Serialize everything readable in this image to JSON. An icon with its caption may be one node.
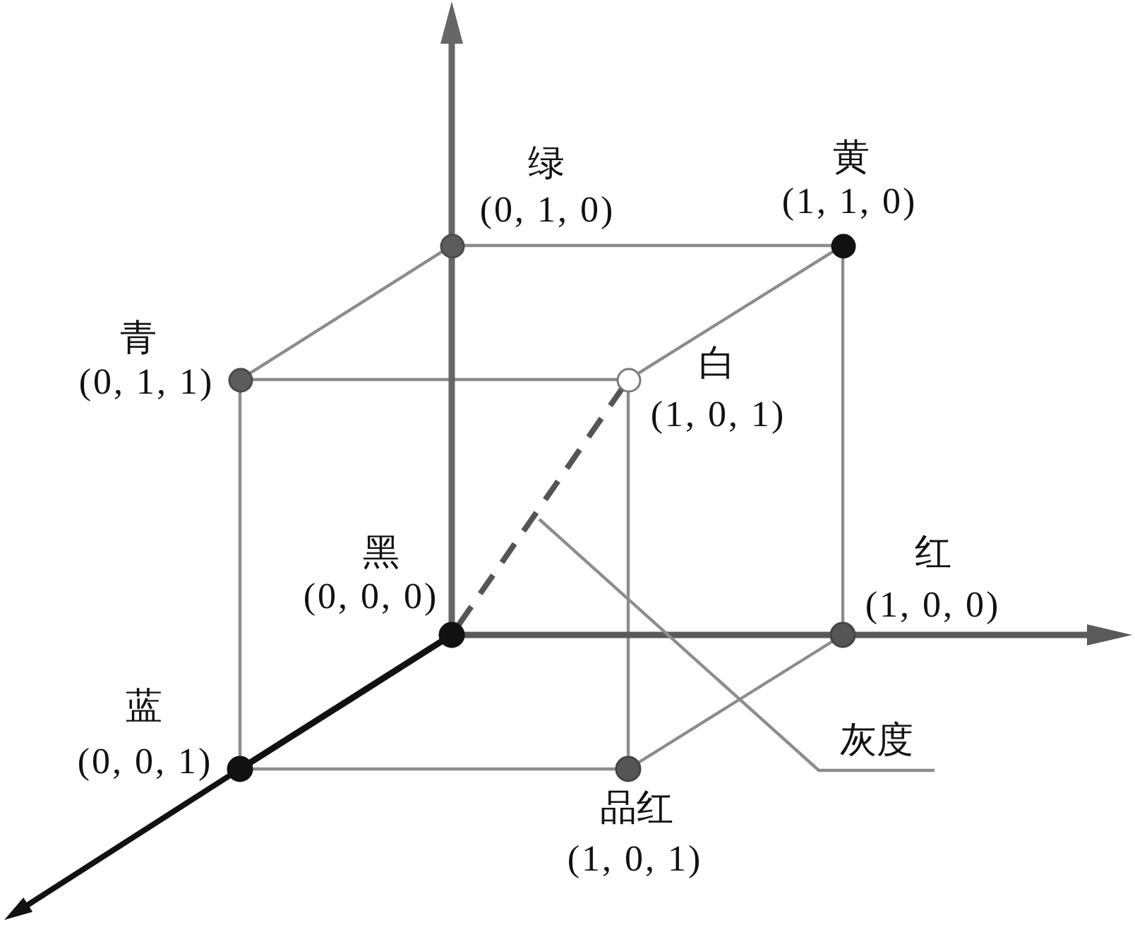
{
  "diagram": {
    "nodes": [
      {
        "text": [],
        "shape": "circle",
        "beside": [
          "绿",
          "(0, 1, 0)"
        ]
      },
      {
        "text": [],
        "shape": "circle",
        "beside": [
          "黄",
          "(1, 1, 0)"
        ]
      },
      {
        "text": [],
        "shape": "circle",
        "beside": [
          "青",
          "(0, 1, 1)"
        ]
      },
      {
        "text": [],
        "shape": "circle",
        "beside": [
          "白",
          "(1, 0, 1)"
        ]
      },
      {
        "text": [],
        "shape": "circle",
        "beside": [
          "黑",
          "(0, 0, 0)"
        ]
      },
      {
        "text": [],
        "shape": "circle",
        "beside": [
          "红",
          "(1, 0, 0)"
        ]
      },
      {
        "text": [],
        "shape": "circle",
        "beside": [
          "蓝",
          "(0, 0, 1)"
        ]
      },
      {
        "text": [],
        "shape": "circle",
        "beside": [
          "品红",
          "(1, 0, 1)"
        ]
      },
      {
        "text": [
          "灰度"
        ]
      }
    ],
    "edges": [
      {
        "from": 0,
        "to": 1,
        "arrow": "none"
      },
      {
        "from": 0,
        "to": 2,
        "arrow": "none"
      },
      {
        "from": 1,
        "to": 3,
        "arrow": "none"
      },
      {
        "from": 2,
        "to": 3,
        "arrow": "none"
      },
      {
        "from": 1,
        "to": 5,
        "arrow": "none"
      },
      {
        "from": 4,
        "to": 0,
        "arrow": "none",
        "style": "thick",
        "color": "#666666"
      },
      {
        "from": 2,
        "to": 6,
        "arrow": "none"
      },
      {
        "from": 3,
        "to": 7,
        "arrow": "none"
      },
      {
        "from": 4,
        "to": 5,
        "arrow": "none",
        "style": "thick",
        "color": "#5a5a5a"
      },
      {
        "from": 4,
        "to": 3,
        "arrow": "none",
        "style": "dashed",
        "color": "#555555"
      },
      {
        "from": 4,
        "to": 6,
        "arrow": "none",
        "style": "thick",
        "color": "#111111"
      },
      {
        "from": 6,
        "to": 7,
        "arrow": "none"
      },
      {
        "from": 7,
        "to": 5,
        "arrow": "none"
      },
      {
        "from": 8,
        "to": null,
        "arrow": "none"
      }
    ]
  }
}
